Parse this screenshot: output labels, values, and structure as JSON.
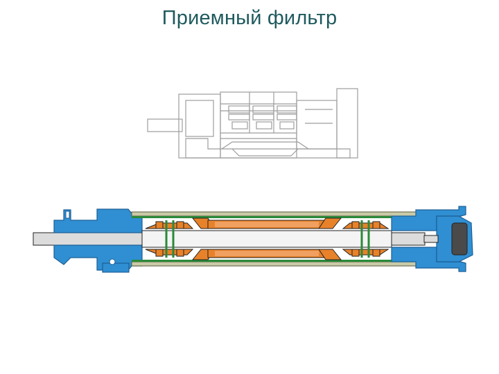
{
  "slide": {
    "title": "Приемный фильтр"
  },
  "diagram": {
    "top_view": {
      "style": "line-drawing",
      "stroke_color": "#9c9c9c"
    },
    "bottom_view": {
      "style": "colored-section",
      "colors": {
        "housing": "#2f8fd2",
        "housing_dark": "#1d5f96",
        "bearings": "#e8822a",
        "cage": "#2a8a3a",
        "shaft": "#dcdcdc",
        "tube": "#c9cba8",
        "outline": "#222222"
      }
    }
  }
}
